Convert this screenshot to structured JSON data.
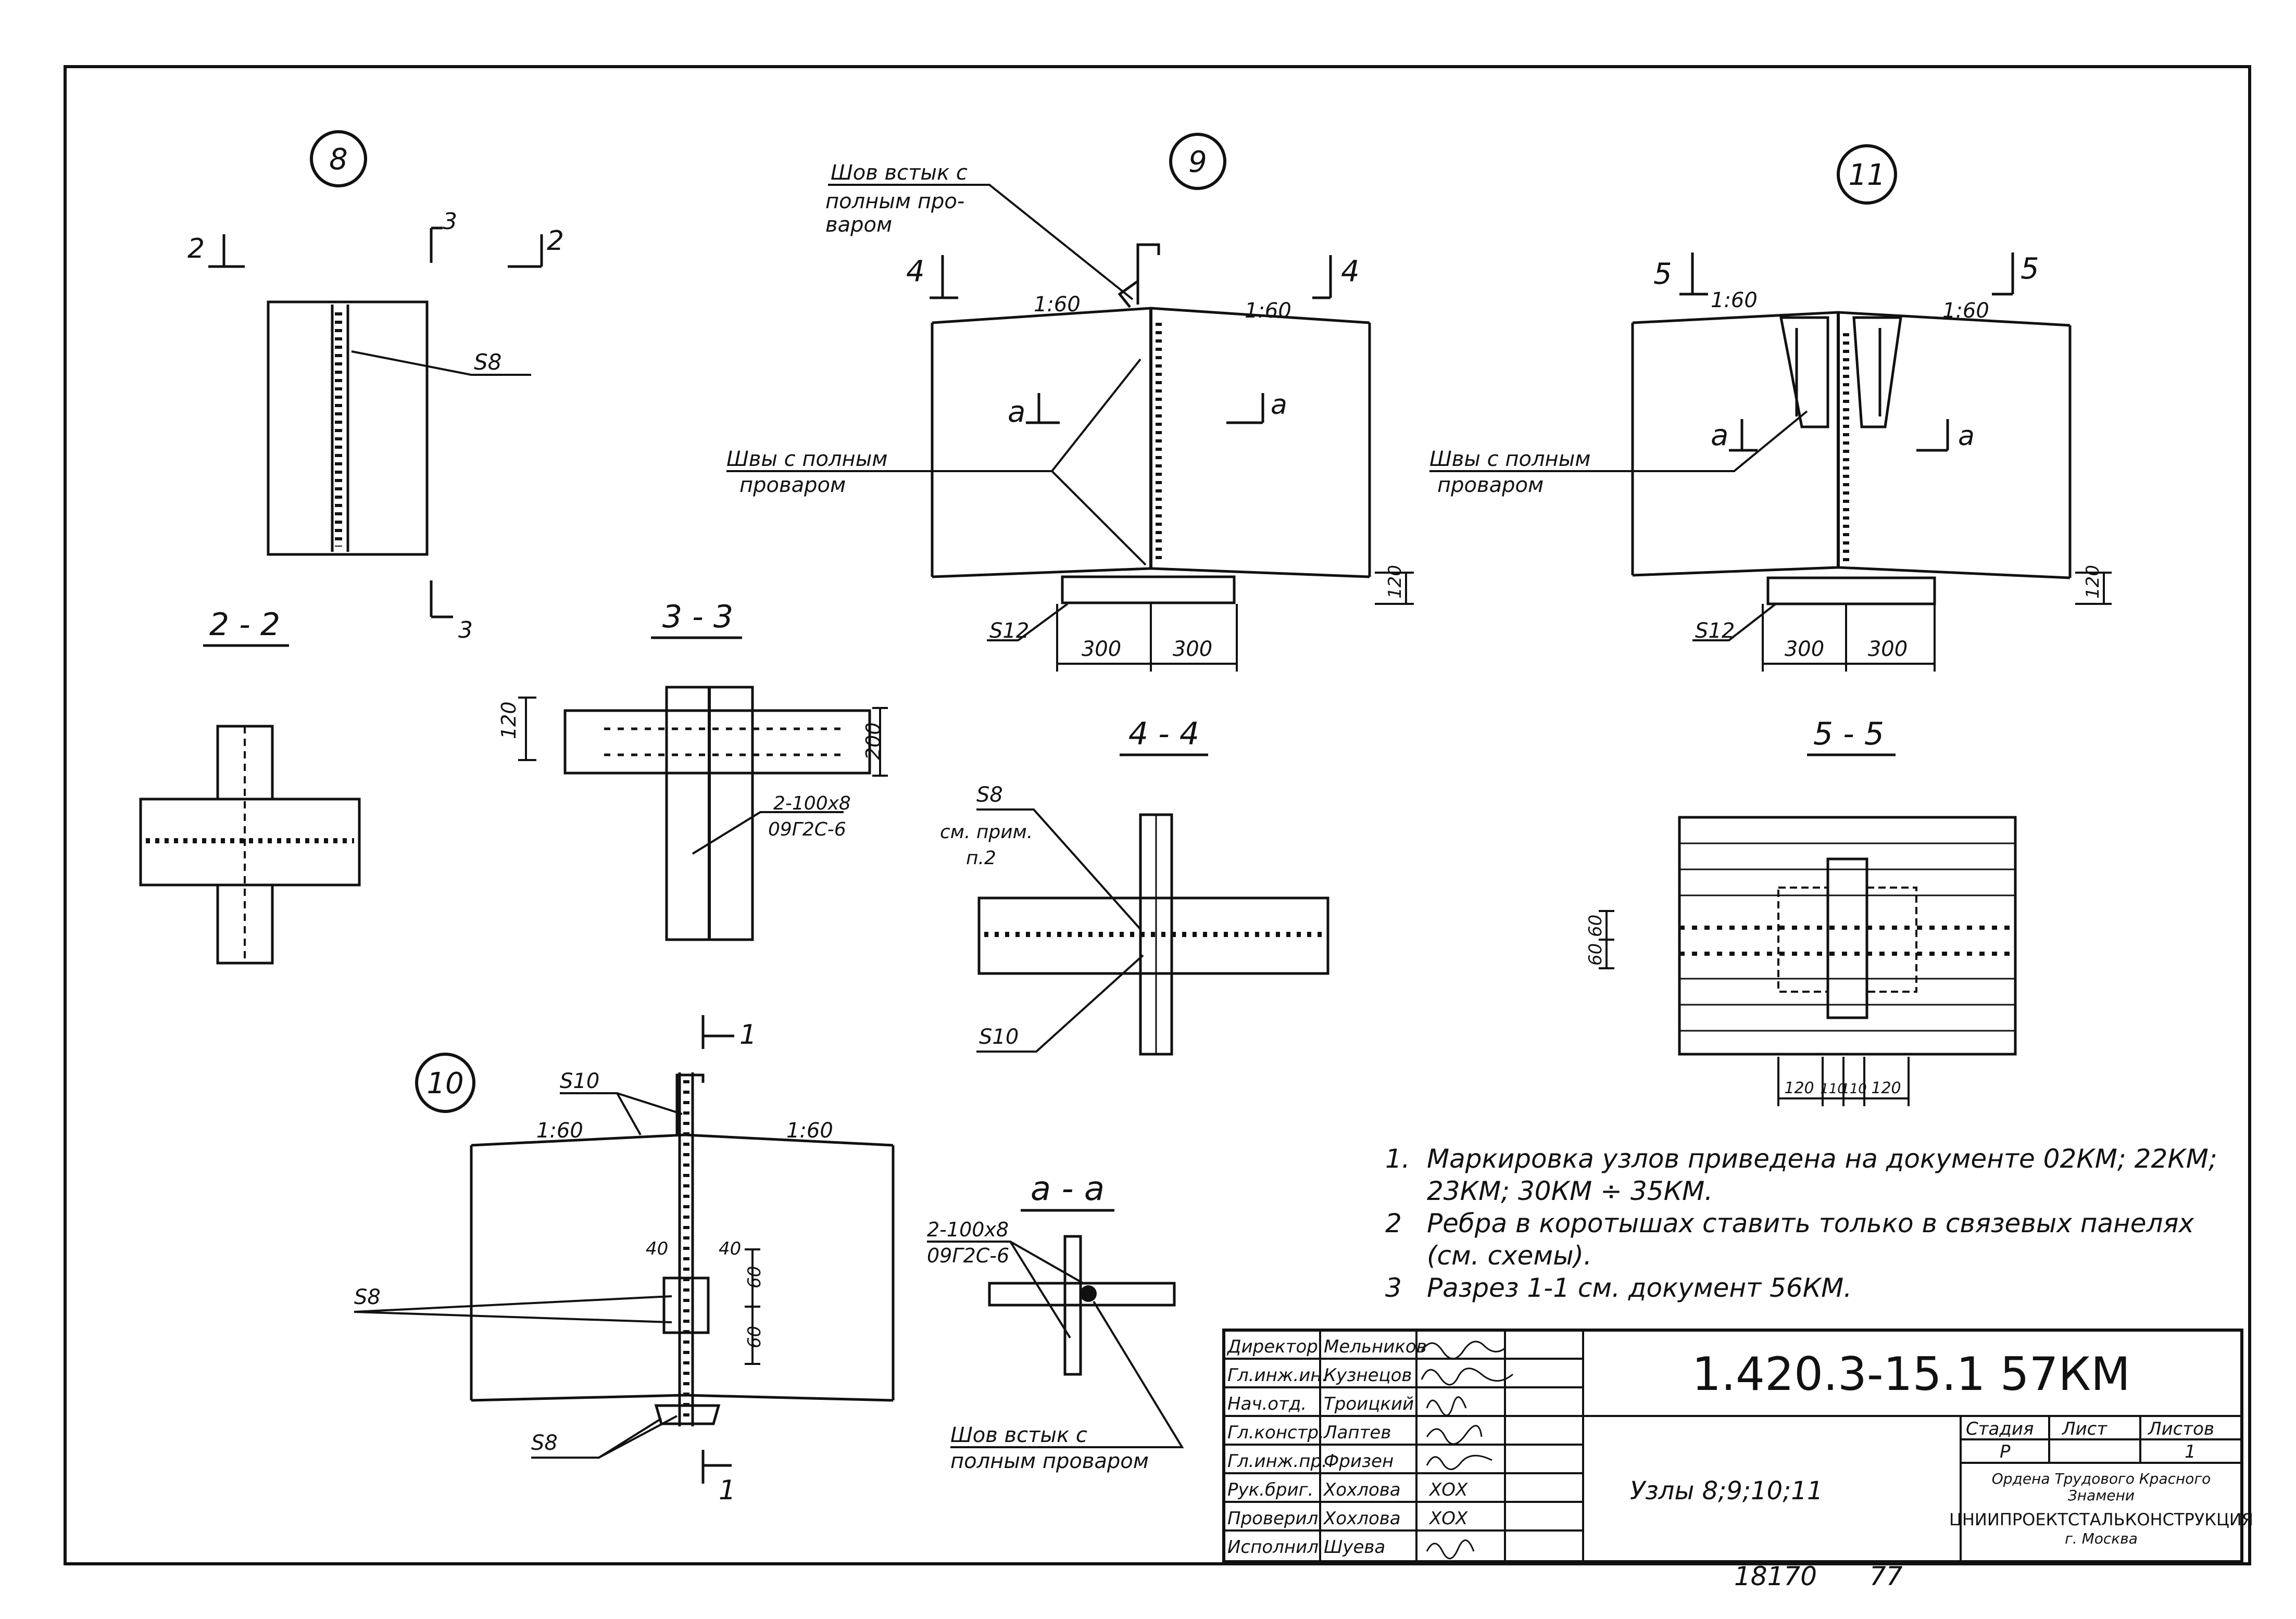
{
  "labels": {
    "node8": "8",
    "node9": "9",
    "node10": "10",
    "node11": "11",
    "sec22": "2 - 2",
    "sec33": "3 - 3",
    "sec44": "4 - 4",
    "sec55": "5 - 5",
    "secaa": "a - a",
    "cut2": "2",
    "cut3": "3",
    "cut4": "4",
    "cut5": "5",
    "cuta": "a",
    "cut1": "1",
    "slope": "1:60",
    "s8": "S8",
    "s10": "S10",
    "s12": "S12",
    "d300": "300",
    "d120": "120",
    "d200": "200",
    "d60": "60",
    "d40": "40",
    "d110": "110",
    "rib": "2-100x8",
    "steel": "09Г2С-6",
    "seam_full_1": "Шов встык с",
    "seam_full_2": "полным про-",
    "seam_full_3": "варом",
    "seams_1": "Швы с полным",
    "seams_2": "проваром",
    "seam_aa_1": "Шов встык с",
    "seam_aa_2": "полным проваром",
    "see_note_1": "см. прим.",
    "see_note_2": "п.2"
  },
  "notes": [
    {
      "num": "1.",
      "text": "Маркировка узлов приведена на документе 02КМ; 22КМ; 23КМ; 30КМ ÷ 35КМ."
    },
    {
      "num": "2",
      "text": "Ребра в коротышах ставить только в связевых панелях (см. схемы)."
    },
    {
      "num": "3",
      "text": "Разрез 1-1 см. документ 56КМ."
    }
  ],
  "stamp": {
    "doc_code": "1.420.3-15.1 57КМ",
    "title": "Узлы 8;9;10;11",
    "stage_h": "Стадия",
    "sheet_h": "Лист",
    "sheets_h": "Листов",
    "stage": "Р",
    "sheets": "1",
    "org_1": "Ордена Трудового Красного",
    "org_2": "Знамени",
    "org_3": "ЦНИИПРОЕКТСТАЛЬКОНСТРУКЦИЯ",
    "org_4": "г. Москва",
    "inventory": "18170",
    "inv2": "77",
    "rows": [
      {
        "role": "Директор",
        "name": "Мельников"
      },
      {
        "role": "Гл.инж.ин.",
        "name": "Кузнецов"
      },
      {
        "role": "Нач.отд.",
        "name": "Троицкий"
      },
      {
        "role": "Гл.констр.",
        "name": "Лаптев"
      },
      {
        "role": "Гл.инж.пр.",
        "name": "Фризен"
      },
      {
        "role": "Рук.бриг.",
        "name": "Хохлова"
      },
      {
        "role": "Проверил",
        "name": "Хохлова"
      },
      {
        "role": "Исполнил",
        "name": "Шуева"
      }
    ],
    "sign_initials": "ХОХ"
  }
}
